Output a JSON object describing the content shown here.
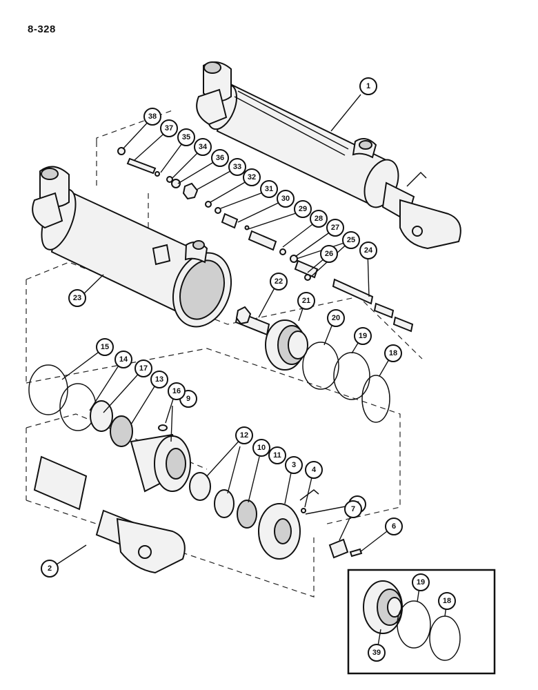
{
  "page": {
    "number": "8-328"
  },
  "callouts": [
    {
      "id": "c1",
      "label": "1"
    },
    {
      "id": "c2",
      "label": "2"
    },
    {
      "id": "c3",
      "label": "3"
    },
    {
      "id": "c4",
      "label": "4"
    },
    {
      "id": "c5",
      "label": "5"
    },
    {
      "id": "c6",
      "label": "6"
    },
    {
      "id": "c7",
      "label": "7"
    },
    {
      "id": "c9",
      "label": "9"
    },
    {
      "id": "c10",
      "label": "10"
    },
    {
      "id": "c11",
      "label": "11"
    },
    {
      "id": "c12",
      "label": "12"
    },
    {
      "id": "c13",
      "label": "13"
    },
    {
      "id": "c14",
      "label": "14"
    },
    {
      "id": "c15",
      "label": "15"
    },
    {
      "id": "c16",
      "label": "16"
    },
    {
      "id": "c17",
      "label": "17"
    },
    {
      "id": "c18",
      "label": "18"
    },
    {
      "id": "c19",
      "label": "19"
    },
    {
      "id": "c20",
      "label": "20"
    },
    {
      "id": "c21",
      "label": "21"
    },
    {
      "id": "c22",
      "label": "22"
    },
    {
      "id": "c23",
      "label": "23"
    },
    {
      "id": "c24",
      "label": "24"
    },
    {
      "id": "c25",
      "label": "25"
    },
    {
      "id": "c26",
      "label": "26"
    },
    {
      "id": "c27",
      "label": "27"
    },
    {
      "id": "c28",
      "label": "28"
    },
    {
      "id": "c29",
      "label": "29"
    },
    {
      "id": "c30",
      "label": "30"
    },
    {
      "id": "c31",
      "label": "31"
    },
    {
      "id": "c32",
      "label": "32"
    },
    {
      "id": "c33",
      "label": "33"
    },
    {
      "id": "c34",
      "label": "34"
    },
    {
      "id": "c35",
      "label": "35"
    },
    {
      "id": "c36",
      "label": "36"
    },
    {
      "id": "c37",
      "label": "37"
    },
    {
      "id": "c38",
      "label": "38"
    },
    {
      "id": "c39",
      "label": "39"
    },
    {
      "id": "c18b",
      "label": "18"
    },
    {
      "id": "c19b",
      "label": "19"
    }
  ]
}
